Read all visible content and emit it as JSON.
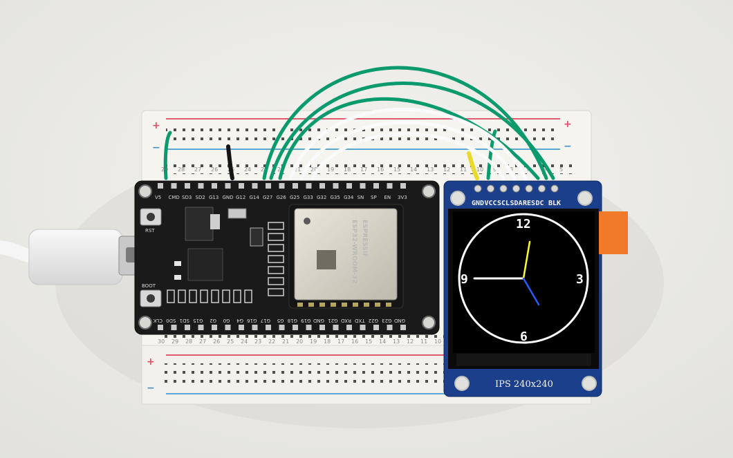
{
  "breadboard": {
    "rail_plus": "+",
    "rail_minus": "−",
    "top_numbers": [
      "29",
      "28",
      "27",
      "26",
      "25",
      "24",
      "23",
      "22",
      "21",
      "20",
      "19",
      "18",
      "17",
      "16",
      "15",
      "14",
      "13",
      "12",
      "11",
      "10",
      "9",
      "8",
      "7",
      "6",
      "5"
    ],
    "bottom_numbers": [
      "30",
      "29",
      "28",
      "27",
      "26",
      "25",
      "24",
      "23",
      "22",
      "21",
      "20",
      "19",
      "18",
      "17",
      "16",
      "15",
      "14",
      "13",
      "12",
      "11",
      "10"
    ]
  },
  "esp32": {
    "top_pins": [
      "V5",
      "CMD",
      "SD3",
      "SD2",
      "G13",
      "GND",
      "G12",
      "G14",
      "G27",
      "G26",
      "G25",
      "G33",
      "G32",
      "G35",
      "G34",
      "SN",
      "SP",
      "EN",
      "3V3"
    ],
    "bottom_pins": [
      "CLK",
      "SD0",
      "SD1",
      "G15",
      "G2",
      "G0",
      "G4",
      "G16",
      "G17",
      "G5",
      "G18",
      "G19",
      "GND",
      "G21",
      "RXD",
      "TXD",
      "G22",
      "G23",
      "GND"
    ],
    "button_rst": "RST",
    "button_boot": "BOOT",
    "module_brand": "ESPRESSIF",
    "module_model": "ESP32-WROOM-32"
  },
  "display": {
    "pins": [
      "GND",
      "VCC",
      "SCL",
      "SDA",
      "RES",
      "DC",
      "BLK"
    ],
    "footer": "IPS 240x240",
    "clock": {
      "numerals": [
        "12",
        "3",
        "6",
        "9"
      ],
      "hour_hand_color": "#ffffff",
      "minute_hand_color": "#ffff30",
      "second_hand_color": "#2a5cff"
    }
  },
  "colors": {
    "background": "#ecebe6",
    "breadboard": "#f5f4ef",
    "board": "#1a1a1a",
    "shield": "#1b3f8a",
    "wire_green": "#0b9a6d",
    "wire_white": "#fafafa",
    "wire_yellow": "#e8d92a",
    "tab": "#f07a2a"
  }
}
